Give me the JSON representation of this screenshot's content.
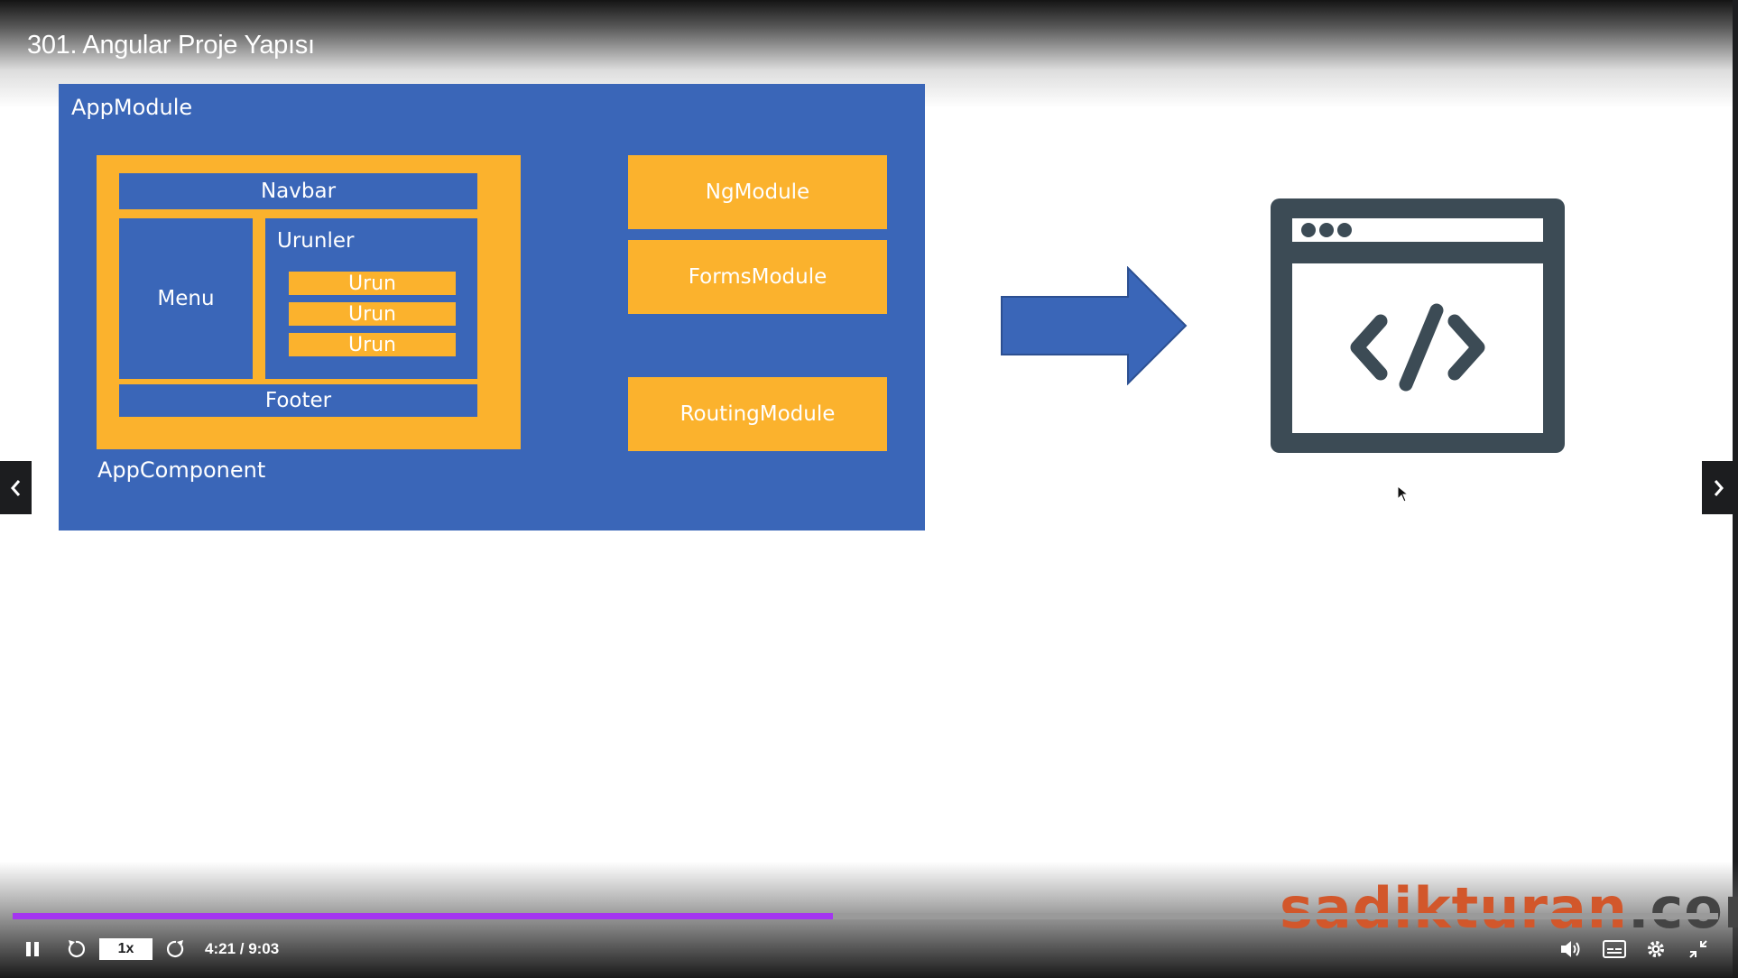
{
  "player": {
    "title": "301. Angular Proje Yapısı",
    "progress_fraction": 0.481,
    "progress_color": "#a435f0",
    "speed": "1x",
    "time": "4:21 / 9:03",
    "watermark_part1": "sadikturan",
    "watermark_part2": ".com",
    "controls": [
      "pause-icon",
      "rewind-icon",
      "forward-icon",
      "volume-icon",
      "captions-icon",
      "settings-icon",
      "fullscreen-exit-icon"
    ],
    "nav": [
      "chevron-left-icon",
      "chevron-right-icon"
    ]
  },
  "slide": {
    "app_module": "AppModule",
    "app_component": "AppComponent",
    "navbar": "Navbar",
    "menu": "Menu",
    "urunler": "Urunler",
    "urun_items": [
      "Urun",
      "Urun",
      "Urun"
    ],
    "footer": "Footer",
    "modules": [
      "NgModule",
      "FormsModule",
      "RoutingModule"
    ],
    "colors": {
      "blue": "#3a66b8",
      "orange": "#fbb22d",
      "icon": "#3c4b55"
    },
    "icons": [
      "right-arrow-icon",
      "browser-code-icon"
    ]
  }
}
